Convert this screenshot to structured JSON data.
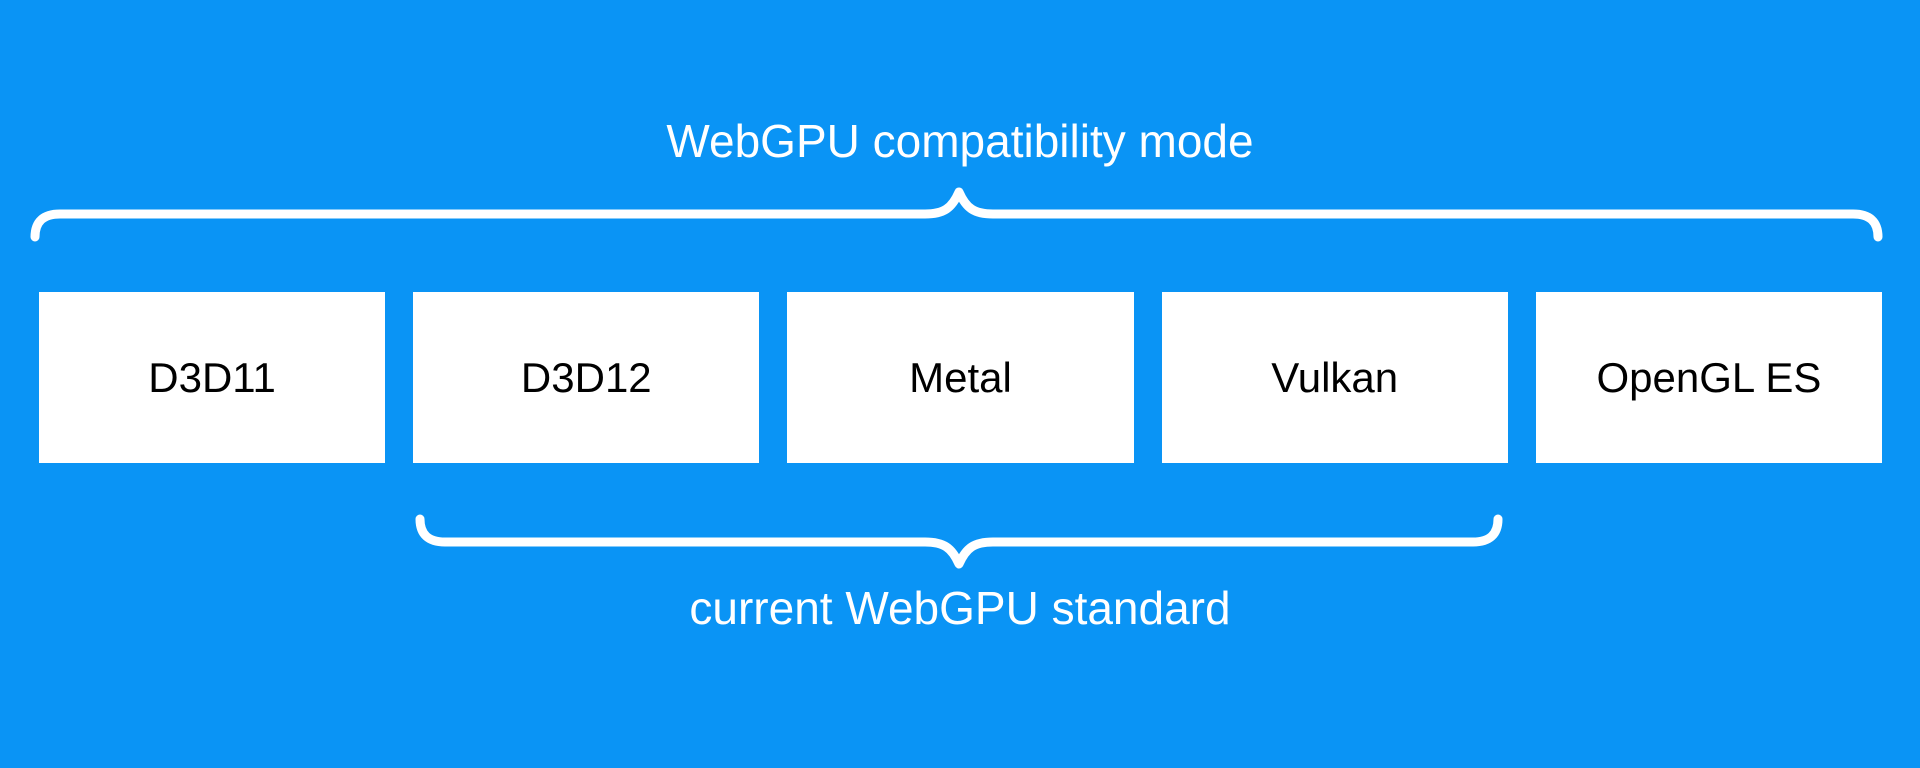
{
  "diagram": {
    "top_label": "WebGPU compatibility mode",
    "bottom_label": "current WebGPU standard",
    "boxes": [
      {
        "id": "d3d11",
        "label": "D3D11"
      },
      {
        "id": "d3d12",
        "label": "D3D12"
      },
      {
        "id": "metal",
        "label": "Metal"
      },
      {
        "id": "vulkan",
        "label": "Vulkan"
      },
      {
        "id": "opengl-es",
        "label": "OpenGL ES"
      }
    ],
    "top_brace_covers": [
      "D3D11",
      "D3D12",
      "Metal",
      "Vulkan",
      "OpenGL ES"
    ],
    "bottom_brace_covers": [
      "D3D12",
      "Metal",
      "Vulkan"
    ]
  },
  "colors": {
    "background": "#0a94f5",
    "box-bg": "#ffffff",
    "box-text": "#000000",
    "label-text": "#ffffff",
    "brace": "#ffffff"
  }
}
